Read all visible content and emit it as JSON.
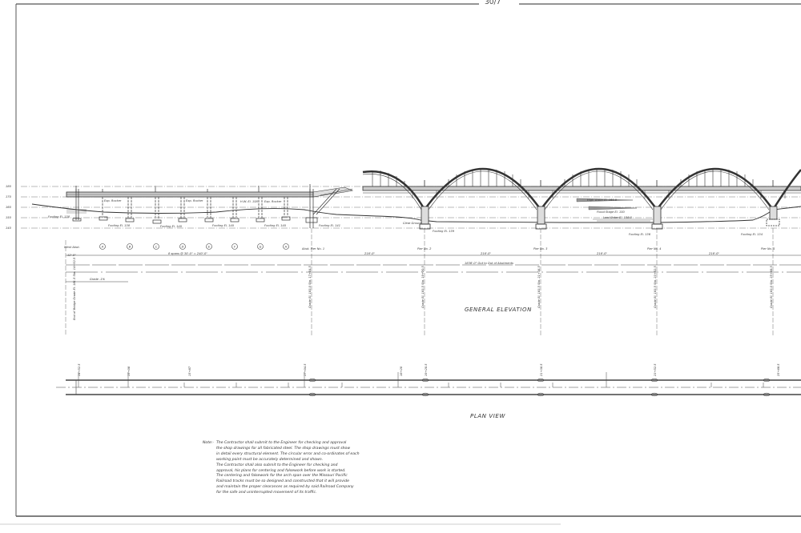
{
  "sheet": {
    "sheet_number": "30/7",
    "border_color": "#555555",
    "ink_color": "#333333",
    "paper_color": "#ffffff"
  },
  "general_elevation": {
    "title": "GENERAL ELEVATION",
    "elevation_scale_ticks": [
      "180",
      "170",
      "160",
      "150",
      "140"
    ],
    "approach_bents": [
      "A",
      "B",
      "C",
      "D",
      "E",
      "F",
      "G",
      "H"
    ],
    "approach_span_text": "8 spans @ 30'-0\" = 240'-0\"",
    "west_abutment_label": "West Abut.",
    "west_offset": "12'-0\"",
    "piers": [
      {
        "name": "Abut. Pier No. 1",
        "grade_note": "Grade El. 183.0 Sta. 17+04.5"
      },
      {
        "name": "Pier No. 2",
        "grade_note": "Grade El. 183.5 Sta. 19+20.5"
      },
      {
        "name": "Pier No. 3",
        "grade_note": "Grade El. 183.5 Sta. 21+36.5"
      },
      {
        "name": "Pier No. 4",
        "grade_note": "Grade El. 183.5 Sta. 23+52.5"
      },
      {
        "name": "Pier No. 5",
        "grade_note": "Grade El. 183.0 Sta. 25+68.5"
      }
    ],
    "arch_spans": [
      "216'-0\"",
      "216'-0\"",
      "216'-0\"",
      "216'-0\""
    ],
    "overall_length": "1836'-0\" Out to Out of Abutments",
    "grade_note_left": "Grade -1%",
    "west_grade_note": "End of Bridge Grade El. 181.5 Sta. 14+52.5",
    "water_levels": {
      "high_water": "High Water El. 161.0",
      "flood_stage": "Flood Stage El. 150",
      "low_water": "Low Water El. 138.0"
    },
    "footing_labels": [
      "Footing El. 138",
      "Footing El. 138",
      "Footing El. 140",
      "Footing El. 140",
      "Footing El. 140",
      "Footing El. 141",
      "Footing El. 139",
      "Footing El. 136",
      "Footing El. 134"
    ],
    "misc_labels": [
      "Exp. Rocker",
      "Exp. Rocker",
      "H.W. El. 158",
      "Exp. Rocker",
      "Clear Ground",
      "Pile Fdn."
    ]
  },
  "plan_view": {
    "title": "PLAN VIEW",
    "station_marks": [
      "14+52.5",
      "15+08",
      "15+87",
      "17+04.5",
      "18+20",
      "19+20.5",
      "21+36.5",
      "23+52.5",
      "25+68.5"
    ]
  },
  "notes": {
    "heading": "Note:-",
    "lines": [
      "The Contractor shall submit to the Engineer for checking and approval",
      "the shop drawings for all fabricated steel. The shop drawings must show",
      "in detail every structural element. The circular error and co-ordinates of each",
      "working point must be accurately determined and shown.",
      "The Contractor shall also submit to the Engineer for checking and",
      "approval, his plans for centering and falsework before work is started.",
      "The centering and falsework for the arch span over the Missouri Pacific",
      "Railroad tracks must be so designed and constructed that it will provide",
      "and maintain the proper clearances as required by said Railroad Company",
      "for the safe and uninterrupted movement of its traffic."
    ]
  }
}
